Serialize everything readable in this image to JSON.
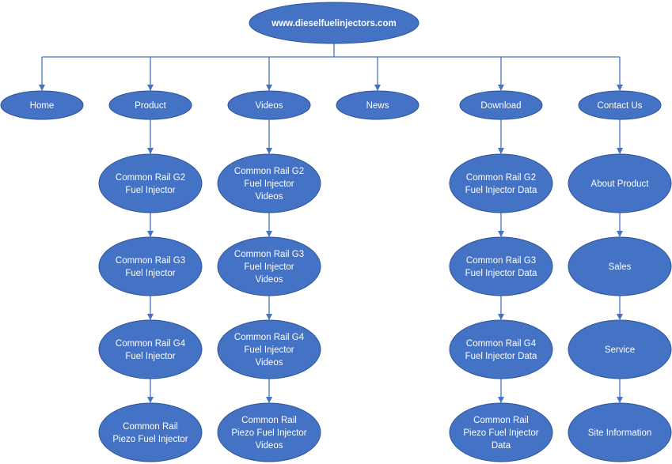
{
  "root": "www.dieselfuelinjectors.com",
  "columns": [
    {
      "label": "Home",
      "children": []
    },
    {
      "label": "Product",
      "children": [
        [
          "Common Rail G2",
          "Fuel Injector"
        ],
        [
          "Common Rail G3",
          "Fuel Injector"
        ],
        [
          "Common Rail G4",
          "Fuel Injector"
        ],
        [
          "Common Rail",
          "Piezo Fuel Injector"
        ]
      ]
    },
    {
      "label": "Videos",
      "children": [
        [
          "Common Rail G2",
          "Fuel Injector",
          "Videos"
        ],
        [
          "Common Rail G3",
          "Fuel Injector",
          "Videos"
        ],
        [
          "Common Rail G4",
          "Fuel Injector",
          "Videos"
        ],
        [
          "Common Rail",
          "Piezo Fuel Injector",
          "Videos"
        ]
      ]
    },
    {
      "label": "News",
      "children": []
    },
    {
      "label": "Download",
      "children": [
        [
          "Common Rail G2",
          "Fuel Injector Data"
        ],
        [
          "Common Rail G3",
          "Fuel Injector Data"
        ],
        [
          "Common Rail G4",
          "Fuel Injector Data"
        ],
        [
          "Common Rail",
          "Piezo Fuel Injector",
          "Data"
        ]
      ]
    },
    {
      "label": "Contact Us",
      "children": [
        [
          "About Product"
        ],
        [
          "Sales"
        ],
        [
          "Service"
        ],
        [
          "Site Information"
        ]
      ]
    }
  ]
}
